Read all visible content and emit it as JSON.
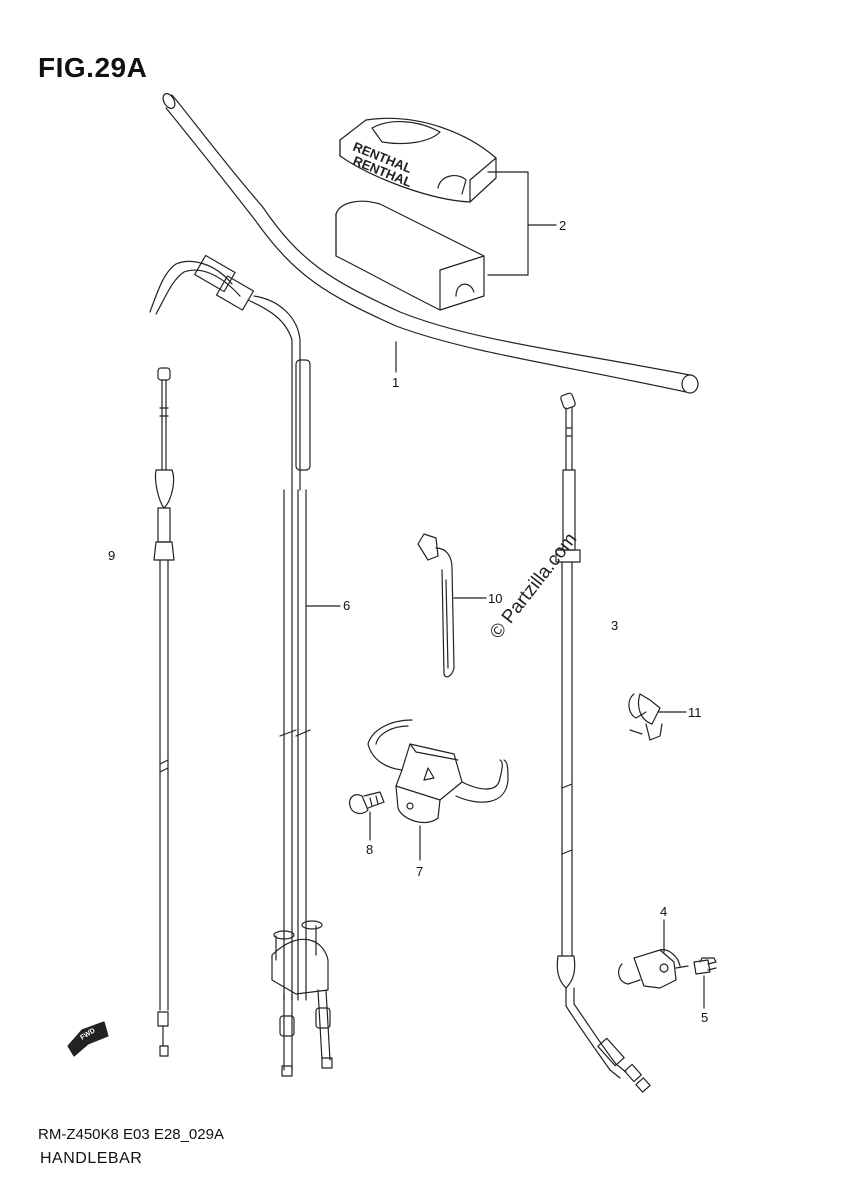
{
  "figure": {
    "title": "FIG.29A",
    "model_code": "RM-Z450K8 E03 E28_029A",
    "section_name": "HANDLEBAR",
    "watermark": "© Partzilla.com",
    "fwd_label": "FWD",
    "pad_brand": "RENTHAL"
  },
  "callouts": [
    {
      "id": "1",
      "label": "1"
    },
    {
      "id": "2",
      "label": "2"
    },
    {
      "id": "3",
      "label": "3"
    },
    {
      "id": "4",
      "label": "4"
    },
    {
      "id": "5",
      "label": "5"
    },
    {
      "id": "6",
      "label": "6"
    },
    {
      "id": "7",
      "label": "7"
    },
    {
      "id": "8",
      "label": "8"
    },
    {
      "id": "9",
      "label": "9"
    },
    {
      "id": "10",
      "label": "10"
    },
    {
      "id": "11",
      "label": "11"
    }
  ]
}
